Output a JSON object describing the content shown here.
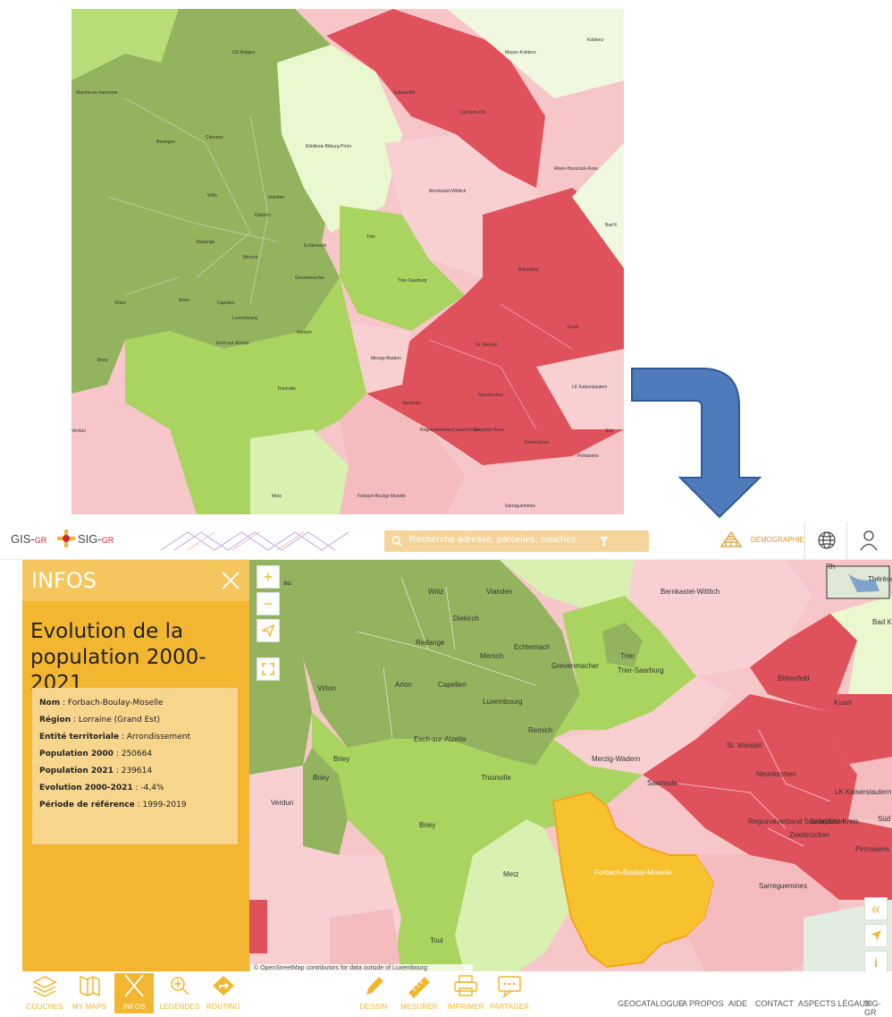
{
  "top_map": {
    "labels": [
      "DG Belgien",
      "Mayen-Koblenz",
      "Koblenz",
      "Marche-en-Famenne",
      "Vulkaneifel",
      "Cochem-Zell",
      "Bastogne",
      "Clervaux",
      "Eifelkreis Bitburg-Prüm",
      "Rhein-Hunsrück-Kreis",
      "Wiltz",
      "Vianden",
      "Bernkastel-Wittlich",
      "Diekirch",
      "Bad K",
      "Redange",
      "Mersch",
      "Echternach",
      "Trier",
      "Birkenfeld",
      "Grevenmacher",
      "Trier-Saarburg",
      "Virton",
      "Arlon",
      "Capellen",
      "Luxembourg",
      "Kusel",
      "Remich",
      "St. Wendel",
      "Esch-sur-Alzette",
      "Merzig-Wadern",
      "Briey",
      "LK Kaiserslautern",
      "Thionville",
      "Neunkirchen",
      "Saarlouis",
      "Verdun",
      "Regionalverband Saarbrücken",
      "Saarpfalz-Kreis",
      "Zweibrücken",
      "Süd",
      "Pirmasens",
      "Metz",
      "Forbach-Boulay-Moselle",
      "Sarreguemines"
    ]
  },
  "header": {
    "logo_gis": "GIS-",
    "logo_sig": "SIG-",
    "logo_gr": "GR",
    "search_placeholder": "Recherche adresse, parcelles, couches",
    "theme_label": "DÉMOGRAPHIE"
  },
  "panel": {
    "title": "INFOS",
    "heading": "Evolution de la population 2000-2021",
    "fields": [
      {
        "key": "Nom",
        "value": "Forbach-Boulay-Moselle"
      },
      {
        "key": "Région",
        "value": "Lorraine (Grand Est)"
      },
      {
        "key": "Entité territoriale",
        "value": "Arrondissement"
      },
      {
        "key": "Population 2000",
        "value": "250664"
      },
      {
        "key": "Population 2021",
        "value": "239614"
      },
      {
        "key": "Evolution 2000-2021",
        "value": "-4,4%"
      },
      {
        "key": "Période de référence",
        "value": "1999-2019"
      }
    ]
  },
  "main_map": {
    "labels": {
      "wiltz": "Wiltz",
      "vianden": "Vianden",
      "bernkastel": "Bernkastel-Wittlich",
      "diekirch": "Diekirch",
      "redange": "Redange",
      "echternach": "Echternach",
      "mersch": "Mersch",
      "trier": "Trier",
      "grevenmacher": "Grevenmacher",
      "trier_saarburg": "Trier-Saarburg",
      "birkenfeld": "Birkenfeld",
      "arlon": "Arlon",
      "capellen": "Capellen",
      "virton": "Virton",
      "luxembourg": "Luxembourg",
      "kusel": "Kusel",
      "remich": "Remich",
      "esch": "Esch-sur-Alzette",
      "briey1": "Briey",
      "briey2": "Briey",
      "st_wendel": "St. Wendel",
      "merzig": "Merzig-Wadern",
      "thionville": "Thionville",
      "lk_kaiserslautern": "LK Kaiserslautern",
      "neunkirchen": "Neunkirchen",
      "saarlouis": "Saarlouis",
      "verdun": "Verdun",
      "briey3": "Briey",
      "regionalverband": "Regionalverband Saarbrücken",
      "saarpfalz": "Saarpfalz-Kreis",
      "zweibrucken": "Zweibrücken",
      "sud": "Süd",
      "pirmasens": "Pirmasens",
      "forbach": "Forbach-Boulay-Moselle",
      "sarreguemines": "Sarreguemines",
      "metz": "Metz",
      "toul": "Toul",
      "bad_k": "Bad K",
      "rh": "Rh",
      "therese": "Thérèse",
      "au": "au"
    },
    "attribution": "© OpenStreetMap contributors for data outside of Luxembourg"
  },
  "toolbar": {
    "left_tools": [
      "COUCHES",
      "MY MAPS",
      "INFOS",
      "LÉGENDES",
      "ROUTING"
    ],
    "center_tools": [
      "DESSIN",
      "MESURER",
      "IMPRIMER",
      "PARTAGER"
    ],
    "links": [
      "GEOCATALOGUE",
      "A PROPOS",
      "AIDE",
      "CONTACT",
      "ASPECTS LÉGAUX",
      "SIG-GR"
    ]
  },
  "colors": {
    "accent": "#f2b631",
    "dark_green": "#93b35e",
    "light_green": "#a9d45f",
    "pale_green": "#d8f0b0",
    "red": "#e0525b",
    "pink": "#f5bcc0",
    "selected": "#f8c12e",
    "arrow": "#4f7bbd"
  }
}
